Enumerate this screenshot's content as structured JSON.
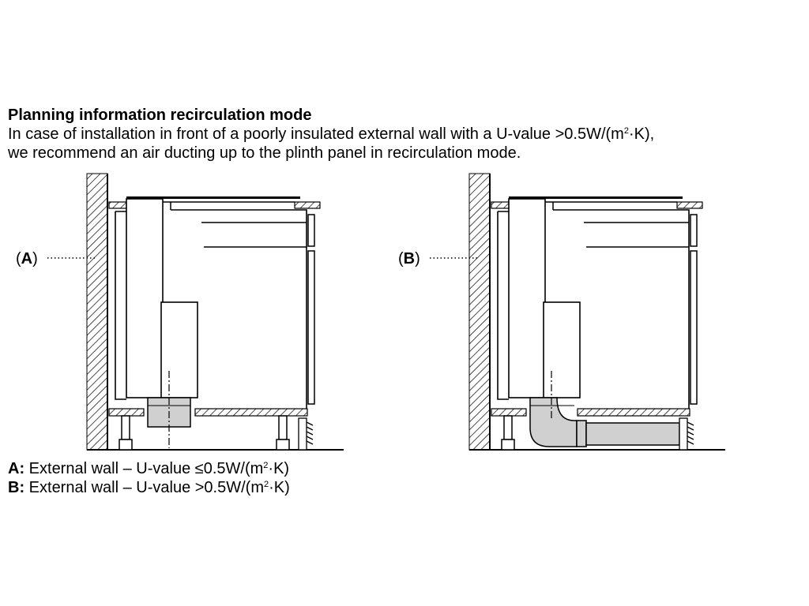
{
  "title": "Planning information recirculation mode",
  "intro": {
    "line1_pre": "In case of installation in front of a poorly insulated external wall with a U-value >0.5W/(m",
    "line1_sup": "2",
    "line1_post": "·K),",
    "line2": "we recommend an air ducting up to the plinth panel in recirculation mode."
  },
  "figures": [
    {
      "id": "A",
      "callout_open": "(",
      "callout_letter": "A",
      "callout_close": ")",
      "ducting": "vertical outlet below cabinet base"
    },
    {
      "id": "B",
      "callout_open": "(",
      "callout_letter": "B",
      "callout_close": ")",
      "ducting": "duct routed to plinth panel"
    }
  ],
  "legend": [
    {
      "key": "A:",
      "text_pre": " External wall – U-value ≤0.5W/(m",
      "sup": "2",
      "text_post": "·K)"
    },
    {
      "key": "B:",
      "text_pre": " External wall – U-value >0.5W/(m",
      "sup": "2",
      "text_post": "·K)"
    }
  ],
  "colors": {
    "line": "#000000",
    "duct_fill": "#d0d0d0",
    "background": "#ffffff"
  }
}
